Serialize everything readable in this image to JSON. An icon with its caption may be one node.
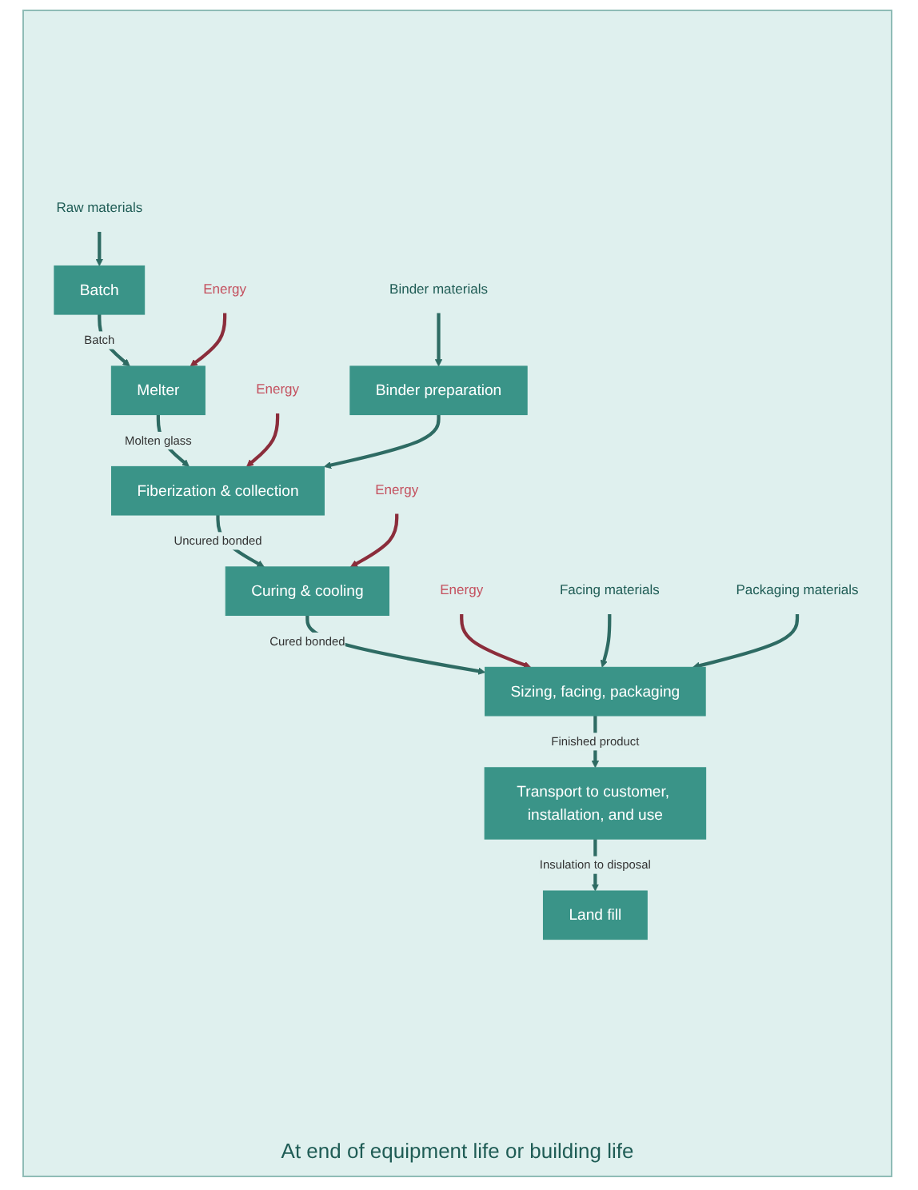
{
  "diagram": {
    "nodes": [
      {
        "text": [
          "Raw materials"
        ]
      },
      {
        "text": [
          "Batch"
        ]
      },
      {
        "text": [
          "Energy"
        ]
      },
      {
        "text": [
          "Melter"
        ]
      },
      {
        "text": [
          "Energy"
        ]
      },
      {
        "text": [
          "Fiberization & collection"
        ]
      },
      {
        "text": [
          "Binder materials"
        ]
      },
      {
        "text": [
          "Binder preparation"
        ]
      },
      {
        "text": [
          "Energy"
        ]
      },
      {
        "text": [
          "Curing & cooling"
        ]
      },
      {
        "text": [
          "Energy"
        ]
      },
      {
        "text": [
          "Facing materials"
        ]
      },
      {
        "text": [
          "Packaging materials"
        ]
      },
      {
        "text": [
          "Sizing, facing, packaging"
        ]
      },
      {
        "text": [
          "Transport to customer, installation, and use"
        ]
      },
      {
        "text": [
          "Land fill"
        ]
      }
    ],
    "edges": [
      {
        "from": 0,
        "to": 1,
        "arrow": "to"
      },
      {
        "from": 1,
        "to": 3,
        "arrow": "to",
        "label": "Batch"
      },
      {
        "from": 2,
        "to": 3,
        "arrow": "to",
        "color": "#8b2d3b"
      },
      {
        "from": 3,
        "to": 5,
        "arrow": "to",
        "label": "Molten glass"
      },
      {
        "from": 4,
        "to": 5,
        "arrow": "to",
        "color": "#8b2d3b"
      },
      {
        "from": 6,
        "to": 7,
        "arrow": "to"
      },
      {
        "from": 7,
        "to": 5,
        "arrow": "to"
      },
      {
        "from": 5,
        "to": 9,
        "arrow": "to",
        "label": "Uncured bonded"
      },
      {
        "from": 8,
        "to": 9,
        "arrow": "to",
        "color": "#8b2d3b"
      },
      {
        "from": 9,
        "to": 13,
        "arrow": "to",
        "label": "Cured bonded"
      },
      {
        "from": 10,
        "to": 13,
        "arrow": "to",
        "color": "#8b2d3b"
      },
      {
        "from": 11,
        "to": 13,
        "arrow": "to"
      },
      {
        "from": 12,
        "to": 13,
        "arrow": "to"
      },
      {
        "from": 13,
        "to": 14,
        "arrow": "to",
        "label": "Finished product"
      },
      {
        "from": 14,
        "to": 15,
        "arrow": "to",
        "label": "Insulation to disposal"
      }
    ],
    "labels": [
      "At end of equipment life or building life"
    ]
  }
}
